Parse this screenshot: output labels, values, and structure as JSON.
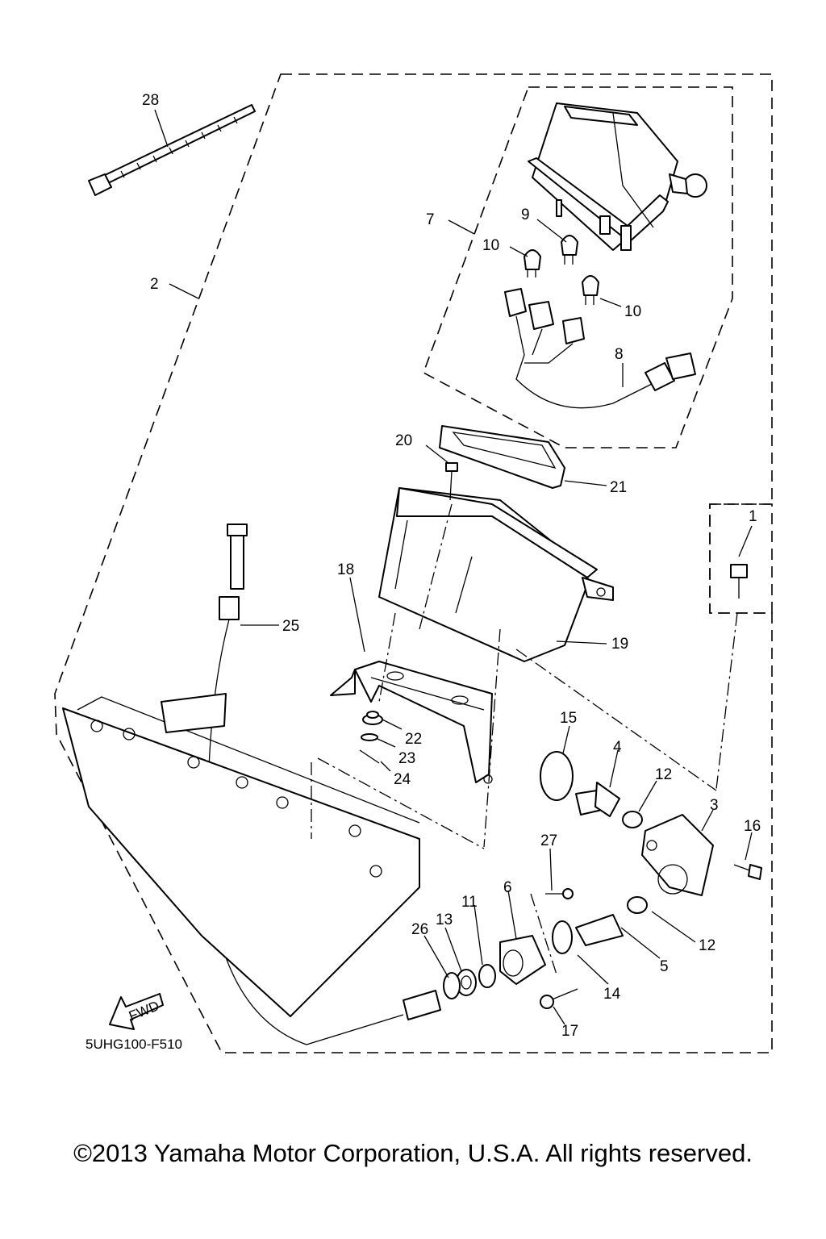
{
  "diagram": {
    "code": "5UHG100-F510",
    "arrow_label": "FWD",
    "copyright": "©2013 Yamaha Motor Corporation, U.S.A. All rights reserved.",
    "callouts": {
      "c1": "1",
      "c2": "2",
      "c3": "3",
      "c4": "4",
      "c5": "5",
      "c6": "6",
      "c7": "7",
      "c8": "8",
      "c9": "9",
      "c10a": "10",
      "c10b": "10",
      "c11": "11",
      "c12a": "12",
      "c12b": "12",
      "c13": "13",
      "c14": "14",
      "c15": "15",
      "c16": "16",
      "c17": "17",
      "c18": "18",
      "c19": "19",
      "c20": "20",
      "c21": "21",
      "c22": "22",
      "c23": "23",
      "c24": "24",
      "c25": "25",
      "c26": "26",
      "c27": "27",
      "c28": "28"
    }
  }
}
